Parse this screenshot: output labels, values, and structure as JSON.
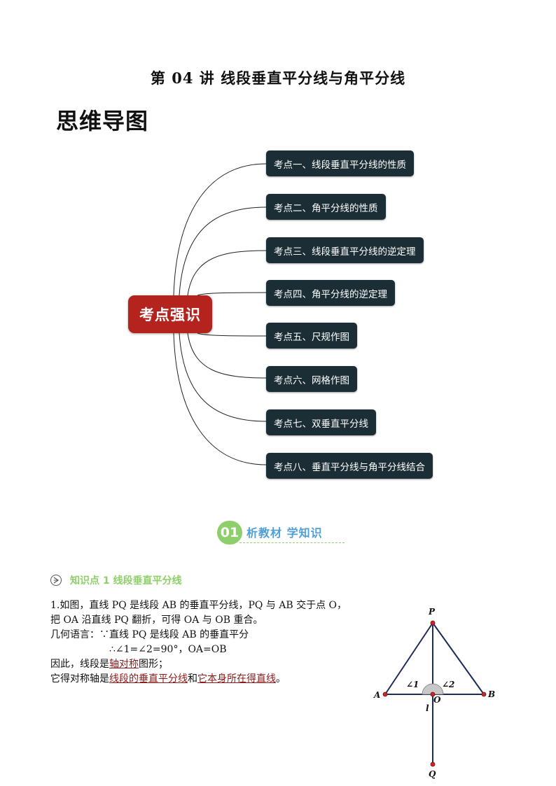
{
  "page_title": "第 04 讲  线段垂直平分线与角平分线",
  "mindmap": {
    "heading": "思维导图",
    "center": "考点强识",
    "branches": [
      "考点一、线段垂直平分线的性质",
      "考点二、角平分线的性质",
      "考点三、线段垂直平分线的逆定理",
      "考点四、角平分线的逆定理",
      "考点五、尺规作图",
      "考点六、网格作图",
      "考点七、双垂直平分线",
      "考点八、垂直平分线与角平分线结合"
    ],
    "colors": {
      "center": "#b5231f",
      "branch": "#1b2e36"
    }
  },
  "section": {
    "number": "01",
    "label": "析教材 学知识",
    "accent": "#8fcf6b",
    "label_color": "#4fa0d6"
  },
  "knowledge_point": {
    "icon": "arrow-circle-icon",
    "title": "知识点 1  线段垂直平分线",
    "line1": "1.如图，直线 PQ 是线段 AB 的垂直平分线，PQ 与 AB 交于点 O，",
    "line2": "把 OA 沿直线 PQ 翻折，可得 OA 与 OB 重合。",
    "line3": "几何语言：∵直线 PQ 是线段 AB 的垂直平分",
    "line4": "∴∠1=∠2=90°，OA=OB",
    "line5_prefix": "因此，线段是",
    "line5_highlight": "轴对称",
    "line5_suffix": "图形；",
    "line6_prefix": "它得对称轴是",
    "line6_highlight1": "线段的垂直平分线",
    "line6_middle": "和",
    "line6_highlight2": "它本身所在得直线",
    "line6_suffix": "。"
  },
  "figure": {
    "labels": {
      "P": "P",
      "A": "A",
      "B": "B",
      "O": "O",
      "Q": "Q",
      "l": "l",
      "angle1": "∠1",
      "angle2": "∠2"
    }
  }
}
